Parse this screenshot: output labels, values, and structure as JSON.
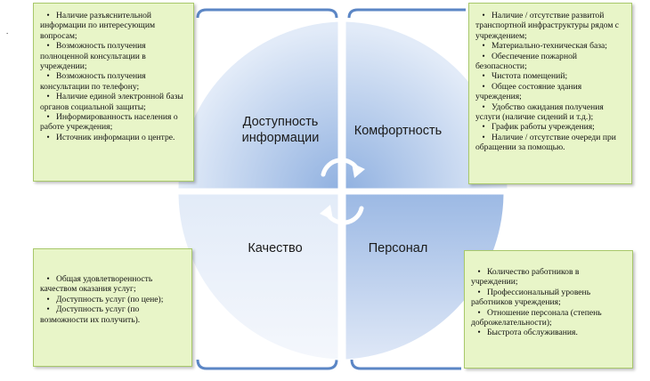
{
  "quadrants": {
    "top_left": "Доступность информации",
    "top_right": "Комфортность",
    "bottom_left": "Качество",
    "bottom_right": "Персонал"
  },
  "stray_mark": ".",
  "boxes": {
    "top_left": [
      "Наличие разъяснительной информации по интересующим вопросам;",
      "Возможность получения полноценной консультации в учреждении;",
      "Возможность получения консультации по телефону;",
      "Наличие единой электронной базы органов социальной защиты;",
      "Информированность населения о работе учреждения;",
      "Источник информации о центре."
    ],
    "top_right": [
      "Наличие / отсутствие развитой транспортной инфраструктуры рядом с учреждением;",
      "Материально-техническая база;",
      "Обеспечение пожарной безопасности;",
      "Чистота помещений;",
      "Общее состояние здания учреждения;",
      "Удобство ожидания получения услуги (наличие сидений и т.д.);",
      "График работы учреждения;",
      "Наличие / отсутствие очереди при обращении за помощью."
    ],
    "bottom_left": [
      "Общая удовлетворенность качеством оказания услуг;",
      "Доступность услуг (по цене);",
      "Доступность услуг (по возможности их получить)."
    ],
    "bottom_right": [
      "Количество работников в учреждении;",
      "Профессиональный уровень работников учреждения;",
      "Отношение персонала (степень доброжелательности);",
      "Быстрота обслуживания."
    ]
  },
  "colors": {
    "wedge_light": "#dde7f6",
    "wedge_dark": "#8fb0e0",
    "frame_line": "#5b86c5",
    "box_fill": "#e8f5c8",
    "box_border": "#a8c86a"
  }
}
